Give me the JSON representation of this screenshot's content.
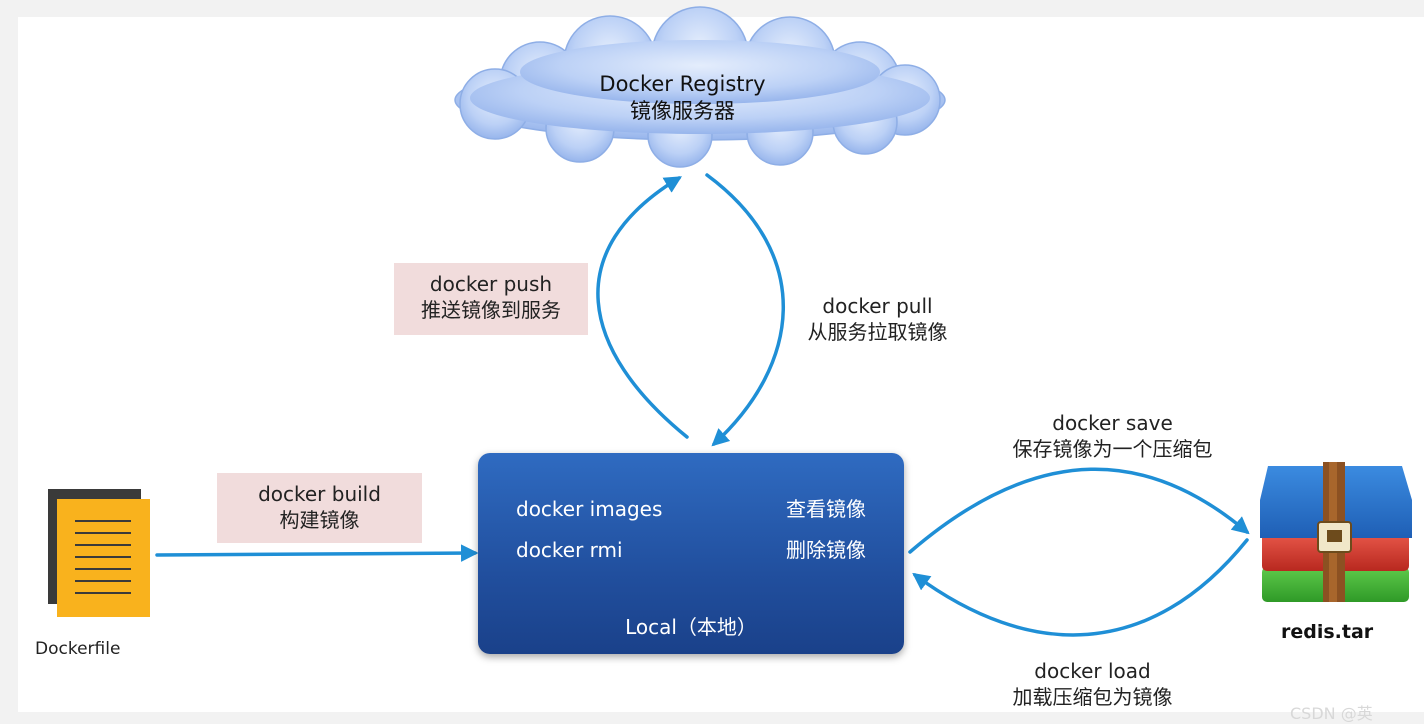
{
  "registry": {
    "line1": "Docker Registry",
    "line2": "镜像服务器"
  },
  "push": {
    "cmd": "docker push",
    "desc": "推送镜像到服务"
  },
  "pull": {
    "cmd": "docker pull",
    "desc": "从服务拉取镜像"
  },
  "build": {
    "cmd": "docker build",
    "desc": "构建镜像"
  },
  "local": {
    "items": [
      {
        "cmd": "docker images",
        "desc": "查看镜像"
      },
      {
        "cmd": "docker rmi",
        "desc": "删除镜像"
      }
    ],
    "title": "Local（本地）"
  },
  "save": {
    "cmd": "docker save",
    "desc": "保存镜像为一个压缩包"
  },
  "load": {
    "cmd": "docker load",
    "desc": "加载压缩包为镜像"
  },
  "dockerfile_label": "Dockerfile",
  "archive_label": "redis.tar",
  "watermark": "CSDN @英",
  "colors": {
    "arrow": "#1f8fd6",
    "local_box": "#2a5fb0",
    "cloud": "#b9cff5",
    "file": "#f9b21d"
  },
  "icons": {
    "cloud": "cloud-icon",
    "file": "document-icon",
    "archive": "archive-icon"
  }
}
